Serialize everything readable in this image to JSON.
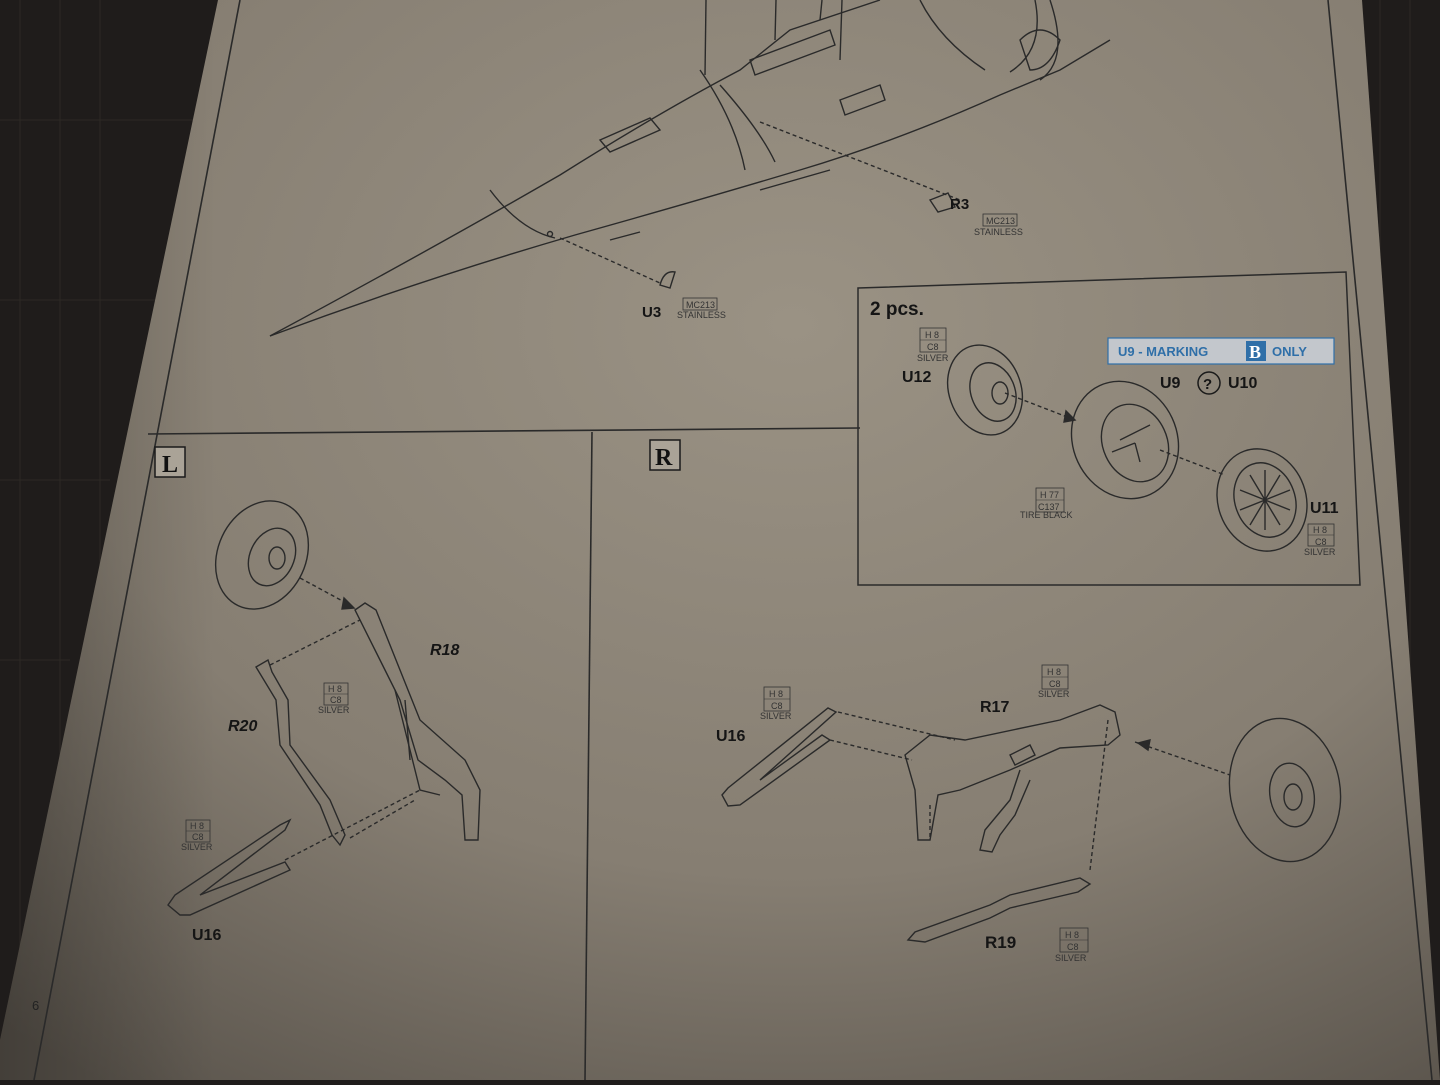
{
  "page": {
    "number": "6",
    "colors": {
      "paper": "#8e8679",
      "ink": "#1a1a1a",
      "accent": "#2f6fa8",
      "background": "#1f1c1b"
    }
  },
  "fuselage": {
    "parts": {
      "r3": "R3",
      "u3": "U3"
    },
    "paints": {
      "r3": {
        "code": "MC213",
        "name": "STAINLESS"
      },
      "u3": {
        "code": "MC213",
        "name": "STAINLESS"
      }
    }
  },
  "wheel_inset": {
    "quantity": "2 pcs.",
    "marking_note": {
      "prefix": "U9 - MARKING",
      "badge": "B",
      "suffix": "ONLY"
    },
    "parts": {
      "u12": "U12",
      "u9": "U9",
      "or_symbol": "?",
      "u10": "U10",
      "u11": "U11"
    },
    "paints": {
      "hub_u12": {
        "h": "H 8",
        "c": "C8",
        "name": "SILVER"
      },
      "tire": {
        "h": "H 77",
        "c": "C137",
        "name": "TIRE BLACK"
      },
      "hub_u11": {
        "h": "H 8",
        "c": "C8",
        "name": "SILVER"
      }
    }
  },
  "left_panel": {
    "side_label": "L",
    "parts": {
      "r18": "R18",
      "r20": "R20",
      "u16": "U16"
    },
    "paints": {
      "r20": {
        "h": "H 8",
        "c": "C8",
        "name": "SILVER"
      },
      "u16": {
        "h": "H 8",
        "c": "C8",
        "name": "SILVER"
      }
    }
  },
  "right_panel": {
    "side_label": "R",
    "parts": {
      "u16": "U16",
      "r17": "R17",
      "r19": "R19"
    },
    "paints": {
      "u16": {
        "h": "H 8",
        "c": "C8",
        "name": "SILVER"
      },
      "r17": {
        "h": "H 8",
        "c": "C8",
        "name": "SILVER"
      },
      "r19": {
        "h": "H 8",
        "c": "C8",
        "name": "SILVER"
      }
    }
  }
}
